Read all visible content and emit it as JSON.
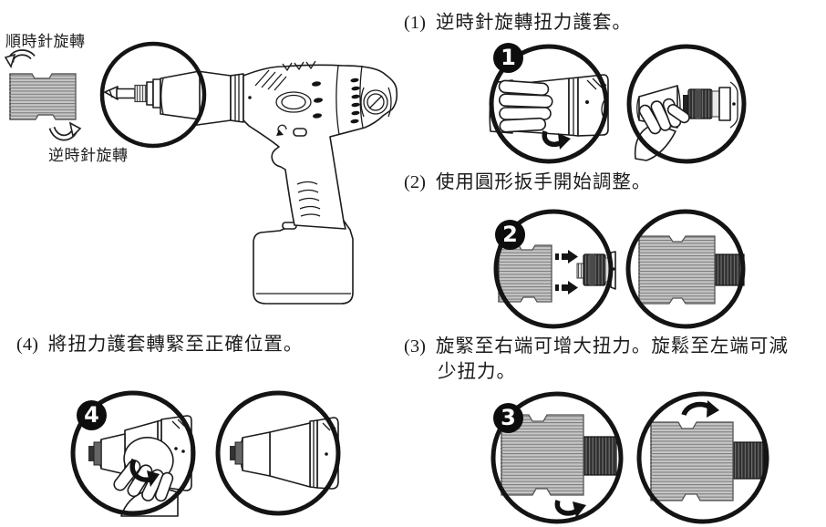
{
  "page": {
    "background": "#ffffff",
    "ink": "#1c1c1c"
  },
  "legend": {
    "clockwise_label": "順時針旋轉",
    "counterclockwise_label": "逆時針旋轉"
  },
  "steps": [
    {
      "num": "(1)",
      "badge": "1",
      "text": "逆時針旋轉扭力護套。"
    },
    {
      "num": "(2)",
      "badge": "2",
      "text": "使用圓形扳手開始調整。"
    },
    {
      "num": "(3)",
      "badge": "3",
      "text_line1": "旋緊至右端可增大扭力。旋鬆至左端可減",
      "text_line2": "少扭力。"
    },
    {
      "num": "(4)",
      "badge": "4",
      "text": "將扭力護套轉緊至正確位置。"
    }
  ],
  "colors": {
    "ink": "#1c1c1c",
    "collar_fill": "#c6c6c6",
    "collar_stripe": "#7d7d7d",
    "chuck_dark": "#2e2e2e"
  }
}
